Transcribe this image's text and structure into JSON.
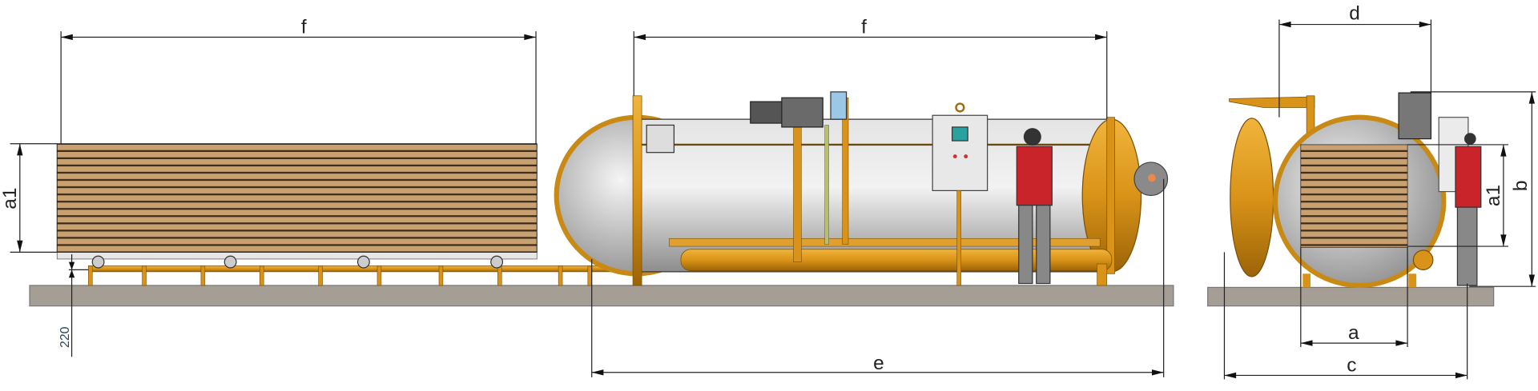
{
  "diagram": {
    "side_view": {
      "loading_cart": {
        "length_label": "f",
        "height_label": "a1",
        "rail_height_label": "220"
      },
      "chamber": {
        "length_label": "f",
        "overall_length_label": "e"
      }
    },
    "end_view": {
      "chamber_width_label": "d",
      "stack_width_label": "a",
      "overall_width_label": "c",
      "stack_height_label": "a1",
      "overall_height_label": "b"
    },
    "colors": {
      "frame": "#d9961c",
      "shell": "#bdbdbd",
      "lumber": "#c9a070",
      "ground": "#a59e94",
      "shirt": "#c8242a"
    }
  }
}
